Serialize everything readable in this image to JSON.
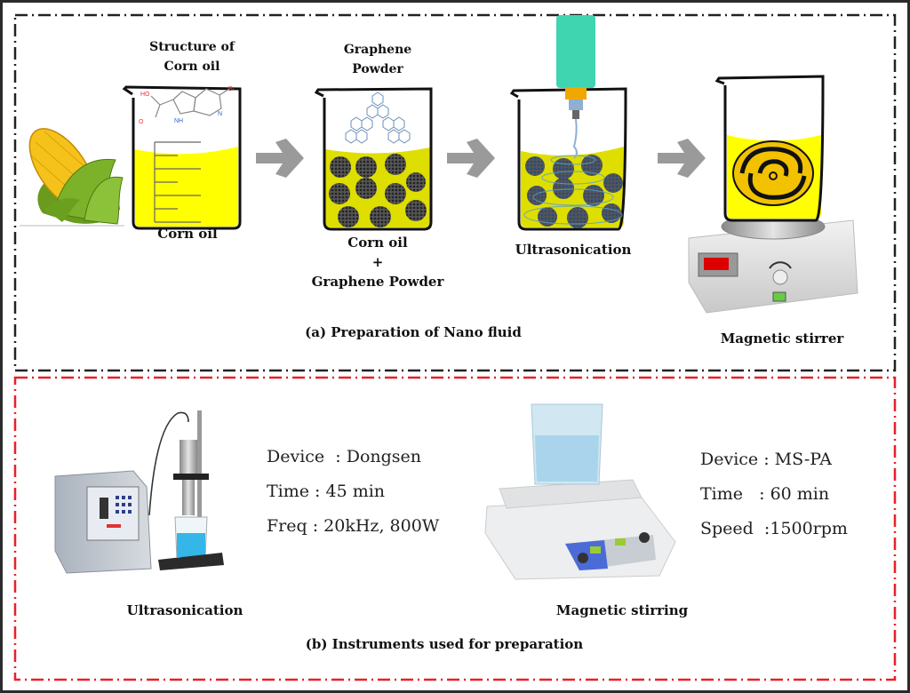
{
  "panel_a": {
    "caption": "(a) Preparation of Nano fluid",
    "border_color": "#222222",
    "steps": [
      {
        "title_line1": "Structure of",
        "title_line2": "Corn oil",
        "beaker_label": "Corn oil",
        "liquid_color": "#ffff00"
      },
      {
        "title_line1": "Graphene",
        "title_line2": "Powder",
        "beaker_label_line1": "Corn oil",
        "beaker_label_plus": "+",
        "beaker_label_line2": "Graphene Powder",
        "liquid_color": "#dede00"
      },
      {
        "beaker_label": "Ultrasonication",
        "liquid_color": "#dede00",
        "probe_color": "#3fd5b0"
      },
      {
        "beaker_label": "Magnetic stirrer",
        "liquid_color": "#ffff00"
      }
    ],
    "molecule_atoms": {
      "hydroxyl": "HO",
      "carbonyl_oxygen": "O",
      "nh": "NH",
      "nitrogen": "N",
      "bromine": "Br"
    }
  },
  "panel_b": {
    "caption": "(b) Instruments used for preparation",
    "border_color": "#e8202a",
    "instruments": [
      {
        "name": "Ultrasonication",
        "specs": [
          {
            "key": "Device",
            "sep": "  : ",
            "value": "Dongsen"
          },
          {
            "key": "Time",
            "sep": " : ",
            "value": "45 min"
          },
          {
            "key": "Freq",
            "sep": " : ",
            "value": "20kHz, 800W"
          }
        ]
      },
      {
        "name": "Magnetic stirring",
        "specs": [
          {
            "key": "Device",
            "sep": " : ",
            "value": "MS-PA"
          },
          {
            "key": "Time",
            "sep": "   : ",
            "value": "60 min"
          },
          {
            "key": "Speed",
            "sep": "  :",
            "value": "1500rpm"
          }
        ]
      }
    ]
  },
  "colors": {
    "arrow": "#9a9a9a",
    "graphene": "#3c3c3c",
    "blue_liquid": "#35b6e8"
  }
}
